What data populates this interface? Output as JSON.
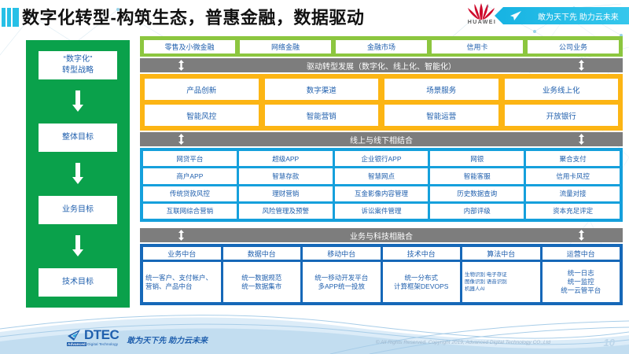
{
  "header": {
    "title": "数字化转型-构筑生态，普惠金融，数据驱动",
    "huawei_name": "HUAWEI",
    "banner_slogan": "敢为天下先 助力云未来"
  },
  "top_strip": {
    "items": [
      "零售及小微金融",
      "网络金融",
      "金融市场",
      "信用卡",
      "公司业务"
    ]
  },
  "sidebar": {
    "items": [
      "“数字化”\n转型战略",
      "整体目标",
      "业务目标",
      "技术目标"
    ],
    "item0_line1": "“数字化”",
    "item0_line2": "转型战略",
    "item1": "整体目标",
    "item2": "业务目标",
    "item3": "技术目标"
  },
  "bands": {
    "band1": "驱动转型发展（数字化、线上化、智能化）",
    "band2": "线上与线下相结合",
    "band3": "业务与科技相融合"
  },
  "orange_panel": {
    "rows": [
      [
        "产品创新",
        "数字渠道",
        "场景服务",
        "业务线上化"
      ],
      [
        "智能风控",
        "智能营销",
        "智能运营",
        "开放银行"
      ]
    ]
  },
  "cyan_panel": {
    "rows": [
      [
        "网贷平台",
        "超级APP",
        "企业银行APP",
        "网银",
        "聚合支付"
      ],
      [
        "商户APP",
        "智慧存款",
        "智慧网点",
        "智能客服",
        "信用卡风控"
      ],
      [
        "传统贷款风控",
        "理财营销",
        "互金影像内容管理",
        "历史数据查询",
        "流量对接"
      ],
      [
        "互联网综合营销",
        "风险管理及预警",
        "诉讼案件管理",
        "内部评级",
        "资本充足评定"
      ]
    ]
  },
  "bottom_panel": {
    "columns": [
      {
        "head": "业务中台",
        "body": "统一客户、支付帐户、营销、产品中台"
      },
      {
        "head": "数据中台",
        "body": "统一数据规范\n统一数据集市"
      },
      {
        "head": "移动中台",
        "body": "统一移动开发平台\n多APP统一投放"
      },
      {
        "head": "技术中台",
        "body": "统一分布式\n计算框架DEVOPS"
      },
      {
        "head": "算法中台",
        "body": "生物识别 电子存证\n图像识别 语音识别\n机器人AI"
      },
      {
        "head": "运营中台",
        "body": "统一日志\n统一监控\n统一云管平台"
      }
    ]
  },
  "footer": {
    "logo_word": "DTEC",
    "logo_sub_strong": "Advanced",
    "logo_sub_rest": " Digital Technology",
    "slogan": "敢为天下先   助力云未来",
    "copyright": "© All Rights Reserved. Copyright 2019, Advanced Digital Technology CO.,Ltd",
    "page_number": "10"
  },
  "colors": {
    "green_sidebar": "#0aa14b",
    "green_strip": "#8cc63f",
    "orange": "#fcb514",
    "cyan": "#15a0dc",
    "deep_blue": "#1668b8",
    "band_gray": "#7d7d7d",
    "text_blue": "#1f5fad",
    "huawei_red": "#cf0a2c"
  }
}
